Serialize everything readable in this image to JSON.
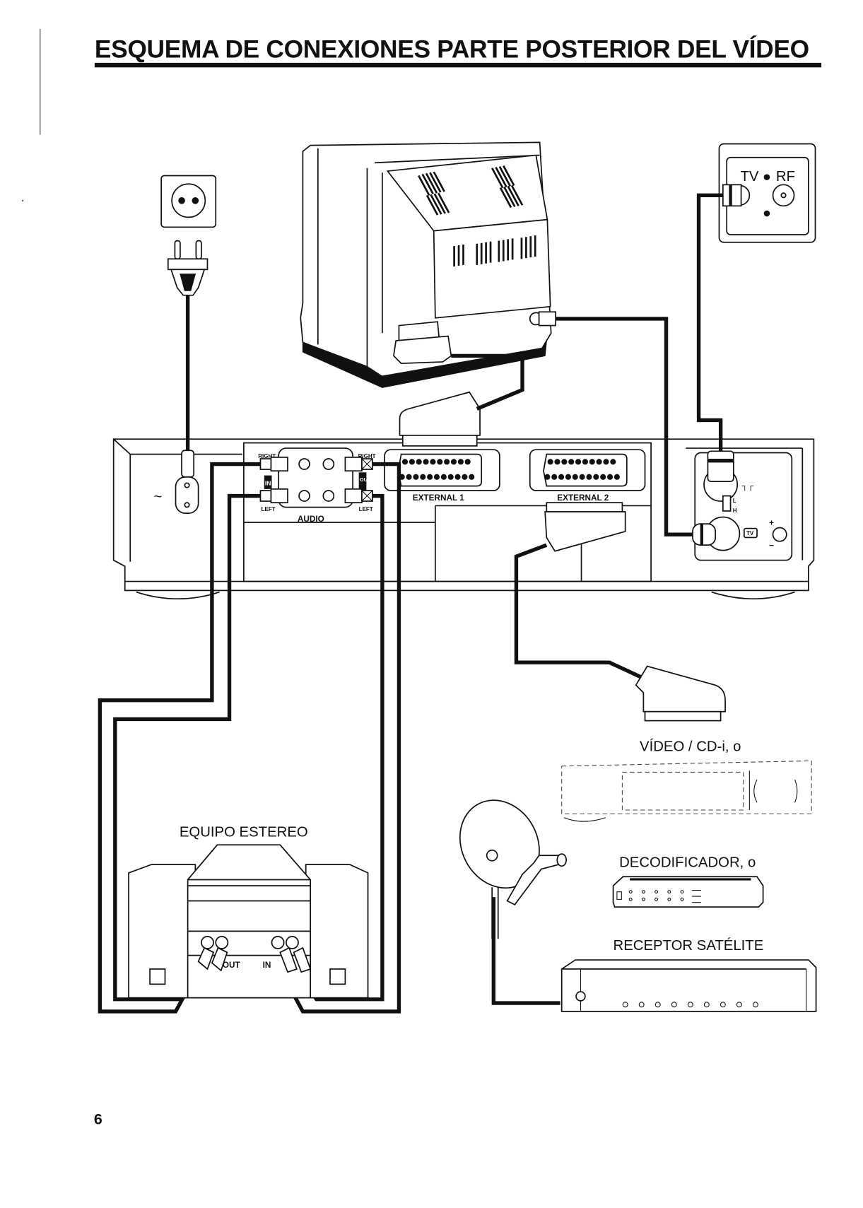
{
  "page": {
    "title": "ESQUEMA DE CONEXIONES PARTE POSTERIOR DEL VÍDEO",
    "page_number": "6"
  },
  "devices": {
    "tv": {
      "name": "television-rear"
    },
    "wall_outlet": {
      "name": "power-outlet"
    },
    "antenna_socket": {
      "tv_label": "TV",
      "rf_label": "RF"
    },
    "vcr": {
      "mains_symbol": "~",
      "audio": {
        "title": "AUDIO",
        "in_label": "IN",
        "out_label": "OUT",
        "right_label": "RIGHT",
        "left_label": "LEFT"
      },
      "scart1_label": "EXTERNAL 1",
      "scart2_label": "EXTERNAL 2",
      "rf_panel": {
        "l_label": "L",
        "h_label": "H",
        "tv_label": "TV",
        "plus": "+",
        "minus": "−"
      }
    },
    "stereo": {
      "label": "EQUIPO ESTEREO",
      "out_label": "OUT",
      "in_label": "IN"
    },
    "video_cdi": {
      "label": "VÍDEO / CD-i, o"
    },
    "decoder": {
      "label": "DECODIFICADOR, o"
    },
    "satellite_receiver": {
      "label": "RECEPTOR SATÉLITE"
    }
  }
}
